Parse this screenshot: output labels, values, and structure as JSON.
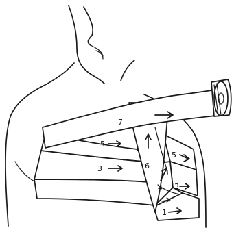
{
  "labels": {
    "l1": "1",
    "l3a": "3",
    "l3b": "3",
    "l4": "4",
    "l5a": "5",
    "l5b": "5",
    "l6": "6",
    "l7": "7"
  }
}
